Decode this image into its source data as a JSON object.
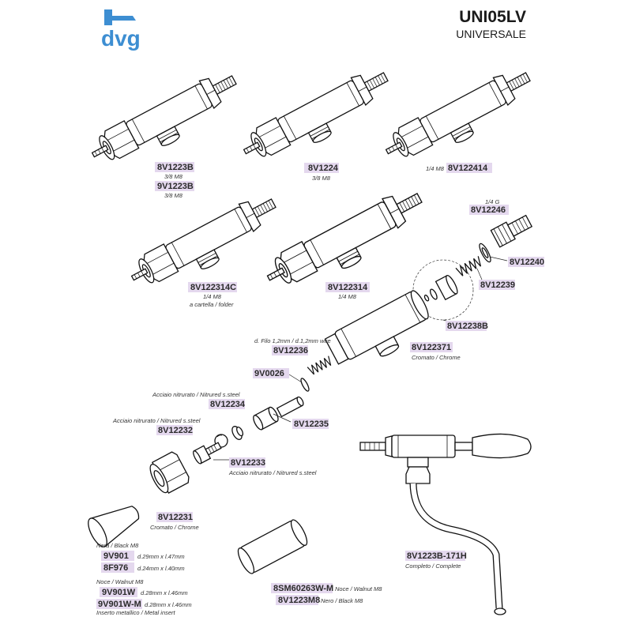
{
  "header": {
    "brand": "dvg",
    "model": "UNI05LV",
    "subtitle": "UNIVERSALE"
  },
  "parts": [
    {
      "code": "8V1223B",
      "notes": [
        "3/8 M8"
      ]
    },
    {
      "code": "9V1223B",
      "notes": [
        "3/8 M8"
      ]
    },
    {
      "code": "8V1224",
      "notes": [
        "3/8 M8"
      ]
    },
    {
      "code": "8V122414",
      "notes": [
        "1/4 M8"
      ]
    },
    {
      "code": "8V12246",
      "notes": [
        "1/4 G"
      ]
    },
    {
      "code": "8V122314C",
      "notes": [
        "1/4 M8",
        "a cartella / folder"
      ]
    },
    {
      "code": "8V122314",
      "notes": [
        "1/4 M8"
      ]
    },
    {
      "code": "8V12240",
      "notes": []
    },
    {
      "code": "8V12239",
      "notes": []
    },
    {
      "code": "8V12238B",
      "notes": []
    },
    {
      "code": "8V12236",
      "notes": [
        "d. Filo 1,2mm / d.1,2mm wire"
      ]
    },
    {
      "code": "8V122371",
      "notes": [
        "Cromato / Chrome"
      ]
    },
    {
      "code": "9V0026",
      "notes": []
    },
    {
      "code": "8V12234",
      "notes": [
        "Acciaio nitrurato / Nitrured s.steel"
      ]
    },
    {
      "code": "8V12232",
      "notes": [
        "Acciaio nitrurato / Nitrured s.steel"
      ]
    },
    {
      "code": "8V12235",
      "notes": []
    },
    {
      "code": "8V12233",
      "notes": [
        "Acciaio nitrurato / Nitrured s.steel"
      ]
    },
    {
      "code": "8V12231",
      "notes": [
        "Cromato / Chrome"
      ]
    },
    {
      "code": "8V1223B-171H",
      "notes": [
        "Completo / Complete"
      ]
    }
  ],
  "knobs": {
    "heading_black": "Nera / Black M8",
    "heading_walnut": "Noce / Walnut M8",
    "insert_note": "Inserto metallico / Metal insert",
    "items": [
      {
        "code": "9V901",
        "note": "d.29mm x l.47mm"
      },
      {
        "code": "8F976",
        "note": "d.24mm x l.40mm"
      },
      {
        "code": "9V901W",
        "note": "d.28mm x l.46mm"
      },
      {
        "code": "9V901W-M",
        "note": "d.28mm x l.46mm"
      }
    ]
  },
  "sleeves": [
    {
      "code": "8SM60263W-M",
      "note": "Noce / Walnut M8"
    },
    {
      "code": "8V1223M8",
      "note": "Nero / Black M8"
    }
  ]
}
